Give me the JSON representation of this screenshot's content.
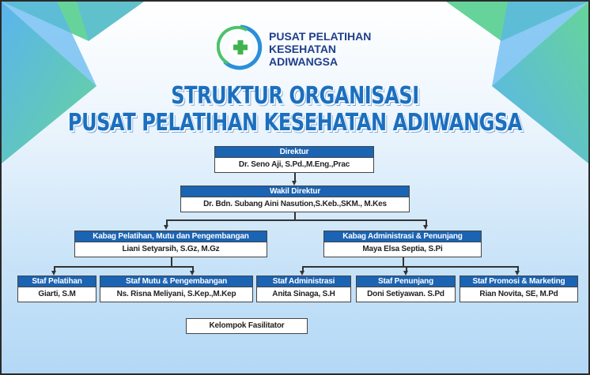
{
  "logo": {
    "line1": "PUSAT PELATIHAN",
    "line2": "KESEHATAN",
    "line3": "ADIWANGSA"
  },
  "title": {
    "line1": "STRUKTUR ORGANISASI",
    "line2": "PUSAT PELATIHAN KESEHATAN ADIWANGSA"
  },
  "colors": {
    "header": "#1b63b3",
    "title": "#1b6fbe",
    "green": "#5fd39a",
    "blue": "#5ab4ef"
  },
  "org": {
    "direktur": {
      "role": "Direktur",
      "name": "Dr. Seno Aji, S.Pd.,M.Eng.,Prac"
    },
    "wakil": {
      "role": "Wakil Direktur",
      "name": "Dr. Bdn. Subang Aini Nasution,S.Keb.,SKM., M.Kes"
    },
    "kabag1": {
      "role": "Kabag Pelatihan, Mutu dan Pengembangan",
      "name": "Liani Setyarsih, S.Gz, M.Gz"
    },
    "kabag2": {
      "role": "Kabag Administrasi & Penunjang",
      "name": "Maya Elsa Septia, S.Pi"
    },
    "staf": [
      {
        "role": "Staf Pelatihan",
        "name": "Giarti, S.M"
      },
      {
        "role": "Staf Mutu & Pengembangan",
        "name": "Ns. Risna Meliyani, S.Kep.,M.Kep"
      },
      {
        "role": "Staf Administrasi",
        "name": "Anita Sinaga, S.H"
      },
      {
        "role": "Staf Penunjang",
        "name": "Doni Setiyawan. S.Pd"
      },
      {
        "role": "Staf Promosi & Marketing",
        "name": "Rian Novita, SE, M.Pd"
      }
    ],
    "fasilitator": "Kelompok Fasilitator"
  }
}
